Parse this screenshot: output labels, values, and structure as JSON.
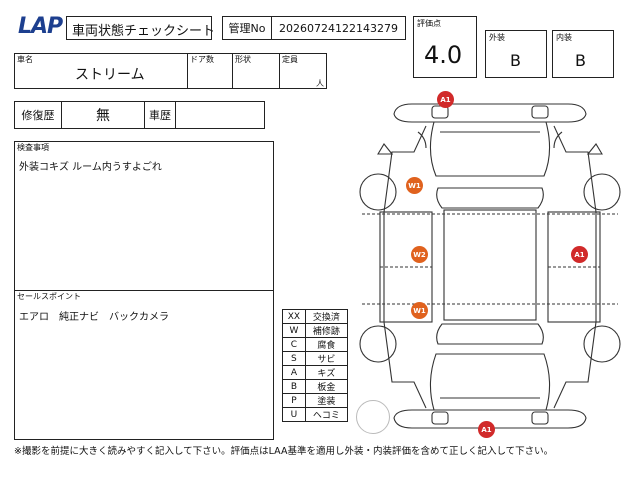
{
  "header": {
    "logo_text": "LAP",
    "brand_color": "#1d3f8f",
    "title": "車両状態チェックシート",
    "mgmt_label": "管理No",
    "mgmt_no": "20260724122143279"
  },
  "scores": {
    "overall_label": "評価点",
    "overall": "4.0",
    "exterior_label": "外装",
    "exterior": "B",
    "interior_label": "内装",
    "interior": "B"
  },
  "vehicle": {
    "name_label": "車名",
    "name": "ストリーム",
    "doors_label": "ドア数",
    "doors": "",
    "shape_label": "形状",
    "shape": "",
    "capacity_label": "定員",
    "capacity_unit": "人"
  },
  "history": {
    "repair_label": "修復歴",
    "repair": "無",
    "car_history_label": "車歴",
    "car_history": ""
  },
  "inspection": {
    "label": "検査事項",
    "text": "外装コキズ ルーム内うすよごれ"
  },
  "sales": {
    "label": "セールスポイント",
    "text": "エアロ　純正ナビ　バックカメラ"
  },
  "legend": [
    {
      "code": "XX",
      "meaning": "交換済"
    },
    {
      "code": "W",
      "meaning": "補修跡"
    },
    {
      "code": "C",
      "meaning": "腐食"
    },
    {
      "code": "S",
      "meaning": "サビ"
    },
    {
      "code": "A",
      "meaning": "キズ"
    },
    {
      "code": "B",
      "meaning": "板金"
    },
    {
      "code": "P",
      "meaning": "塗装"
    },
    {
      "code": "U",
      "meaning": "ヘコミ"
    }
  ],
  "damage_marks": [
    {
      "code": "A1",
      "color": "#d12a2a"
    },
    {
      "code": "W1",
      "color": "#e0621e"
    },
    {
      "code": "W2",
      "color": "#e0621e"
    },
    {
      "code": "A1",
      "color": "#d12a2a"
    },
    {
      "code": "W1",
      "color": "#e0621e"
    },
    {
      "code": "A1",
      "color": "#d12a2a"
    }
  ],
  "footer_note": "※撮影を前提に大きく読みやすく記入して下さい。評価点はLAA基準を適用し外装・内装評価を含めて正しく記入して下さい。"
}
